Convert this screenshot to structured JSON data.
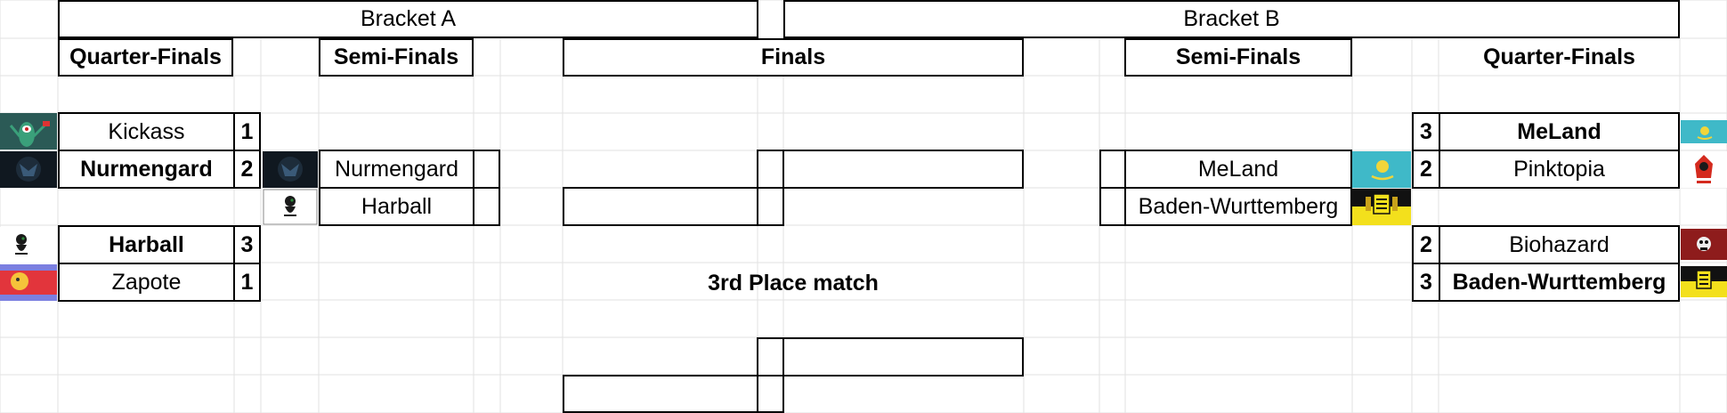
{
  "brackets": {
    "a_title": "Bracket A",
    "b_title": "Bracket B"
  },
  "headers": {
    "quarter_left": "Quarter-Finals",
    "semi_left": "Semi-Finals",
    "finals": "Finals",
    "semi_right": "Semi-Finals",
    "quarter_right": "Quarter-Finals"
  },
  "left_quarter": [
    {
      "team": "Kickass",
      "score": "1",
      "winner": false
    },
    {
      "team": "Nurmengard",
      "score": "2",
      "winner": true
    },
    {
      "team": "Harball",
      "score": "3",
      "winner": true
    },
    {
      "team": "Zapote",
      "score": "1",
      "winner": false
    }
  ],
  "left_semi": [
    {
      "team": "Nurmengard"
    },
    {
      "team": "Harball"
    }
  ],
  "right_semi": [
    {
      "team": "MeLand"
    },
    {
      "team": "Baden-Wurttemberg"
    }
  ],
  "right_quarter": [
    {
      "team": "MeLand",
      "score": "3",
      "winner": true
    },
    {
      "team": "Pinktopia",
      "score": "2",
      "winner": false
    },
    {
      "team": "Biohazard",
      "score": "2",
      "winner": false
    },
    {
      "team": "Baden-Wurttemberg",
      "score": "3",
      "winner": true
    }
  ],
  "third_place_label": "3rd Place match",
  "colors": {
    "grid": "#e2e2e2",
    "border": "#000000",
    "kz_flag": "#3fb9c8",
    "kz_sun": "#f1d53a",
    "bw_yellow": "#f3e01c",
    "zapote_blue": "#7b7fe0",
    "zapote_red": "#e2353c"
  },
  "icons": [
    "plankton-icon",
    "dark-emblem-icon",
    "harball-icon",
    "zapote-flag-icon",
    "kazakhstan-flag-icon",
    "pinktopia-icon",
    "biohazard-icon",
    "baden-wurttemberg-flag-icon"
  ]
}
